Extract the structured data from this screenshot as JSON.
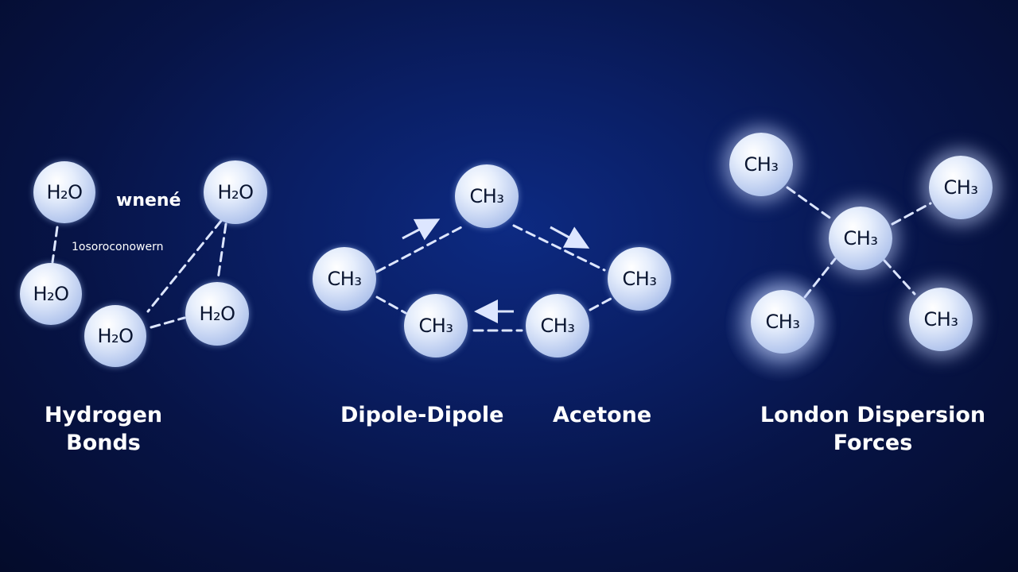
{
  "hydrogen": {
    "molecules": [
      "H₂O",
      "H₂O",
      "H₂O",
      "H₂O",
      "H₂O"
    ],
    "scribble_1": "wnené",
    "scribble_2": "1osoroconowern",
    "label": [
      "Hydrogen",
      "Bonds"
    ]
  },
  "dipole": {
    "molecules": [
      "CH₃",
      "CH₃",
      "CH₃",
      "CH₃",
      "CH₃"
    ],
    "label": "Dipole-Dipole",
    "label_2": "Acetone"
  },
  "london": {
    "molecules": [
      "CH₃",
      "CH₃",
      "CH₃",
      "CH₃",
      "CH₃"
    ],
    "label": [
      "London Dispersion",
      "Forces"
    ]
  },
  "colors": {
    "background": "#0a1f66",
    "molecule_fill": "#dfe8fb",
    "molecule_text": "#0a1530",
    "bond_line": "#dde6ff",
    "label_text": "#ffffff"
  }
}
